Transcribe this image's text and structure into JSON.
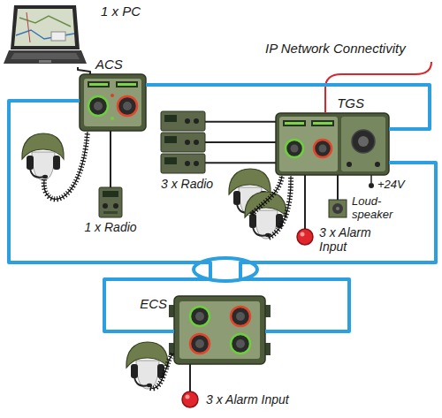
{
  "diagram": {
    "nodes": [
      {
        "text": [
          "1 x PC"
        ]
      },
      {
        "text": [
          "ACS"
        ]
      },
      {
        "text": [
          "1 x Radio"
        ]
      },
      {
        "text": [
          "3 x Radio"
        ]
      },
      {
        "text": [
          "TGS"
        ]
      },
      {
        "text": [
          "Loud- speaker"
        ]
      },
      {
        "text": [
          "3 x Alarm Input"
        ]
      },
      {
        "text": [
          "ECS"
        ]
      },
      {
        "text": [
          "3 x Alarm Input"
        ]
      }
    ],
    "edges": [
      {
        "from": 0,
        "to": 1,
        "arrow": "none"
      },
      {
        "from": 1,
        "to": 2,
        "arrow": "none"
      },
      {
        "from": 1,
        "to": 4,
        "arrow": "none"
      },
      {
        "from": 3,
        "to": 4,
        "arrow": "none"
      },
      {
        "from": 3,
        "to": 4,
        "arrow": "none"
      },
      {
        "from": 3,
        "to": 4,
        "arrow": "none"
      },
      {
        "from": 4,
        "to": 5,
        "arrow": "none"
      },
      {
        "from": 4,
        "to": 6,
        "arrow": "none"
      },
      {
        "from": 4,
        "to": 7,
        "arrow": "none"
      },
      {
        "from": 1,
        "to": 7,
        "arrow": "none"
      },
      {
        "from": 7,
        "to": 8,
        "arrow": "none"
      }
    ],
    "labels": [
      "IP Network Connectivity",
      "+24V"
    ]
  }
}
